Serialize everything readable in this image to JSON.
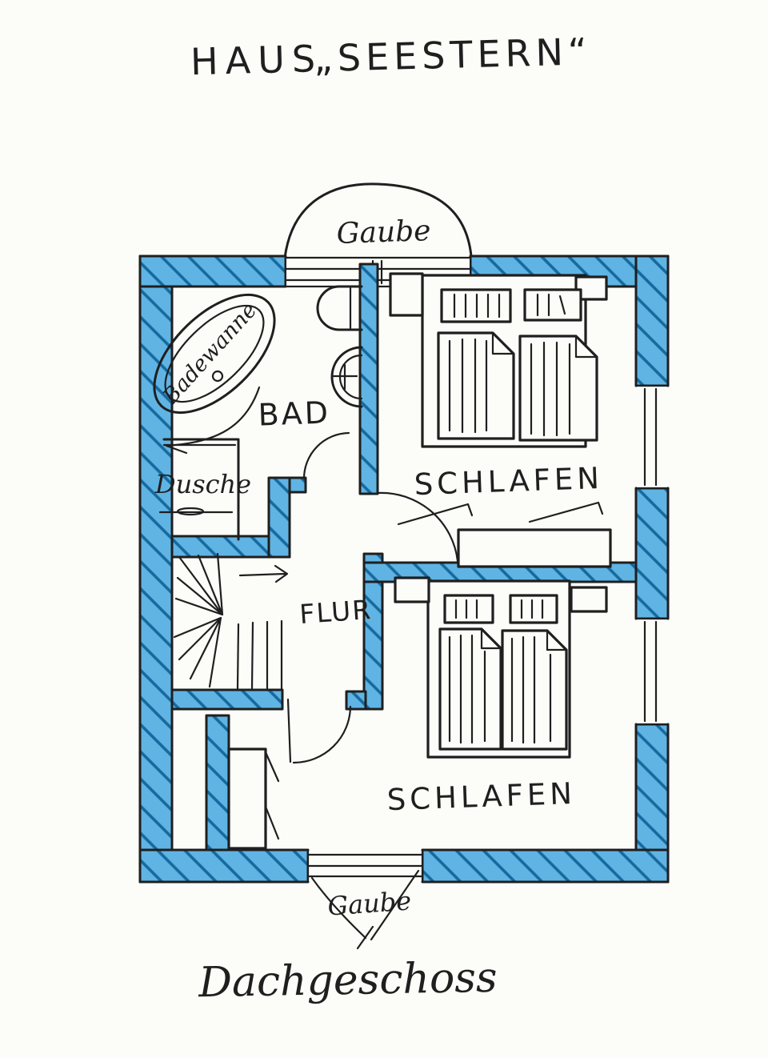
{
  "title": {
    "word": "HAUS",
    "name": "„SEESTERN“"
  },
  "floor_label": "Dachgeschoss",
  "dormers": {
    "top": "Gaube",
    "bottom": "Gaube"
  },
  "rooms": {
    "bathroom": "BAD",
    "shower": "Dusche",
    "hall": "FLUR",
    "bedroom_top": "SCHLAFEN",
    "bedroom_bottom": "SCHLAFEN"
  },
  "fixtures": {
    "bathtub": "Badewanne"
  },
  "colors": {
    "paper": "#fcfcf9",
    "ink": "#1f1f1f",
    "wall_fill": "#5fb4e3",
    "wall_hatch": "#16699f"
  }
}
